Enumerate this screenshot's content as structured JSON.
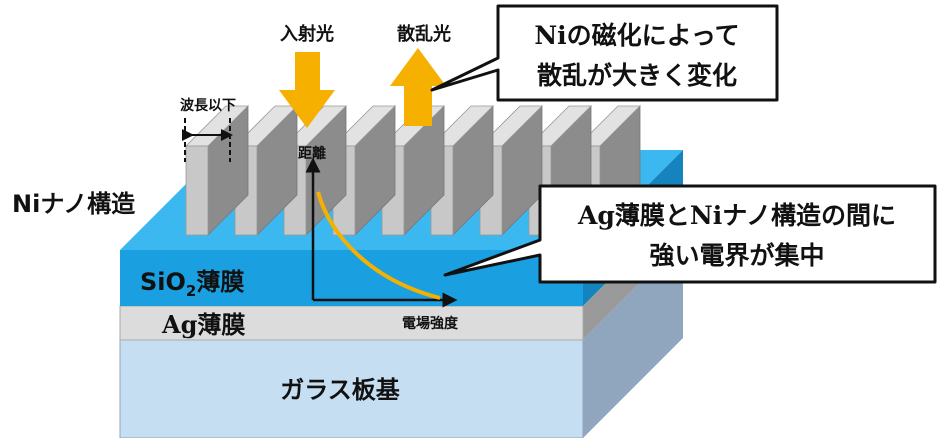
{
  "labels": {
    "incident_light": "入射光",
    "scattered_light": "散乱光",
    "subwavelength": "波長以下",
    "distance": "距離",
    "ni_nanostructure": "Niナノ構造",
    "sio2_film_main": "SiO",
    "sio2_sub": "2",
    "sio2_film_suffix": "薄膜",
    "ag_film": "Ag薄膜",
    "field_strength": "電場強度",
    "glass_substrate": "ガラス板基"
  },
  "callouts": {
    "top_line1": "Niの磁化によって",
    "top_line2": "散乱が大きく変化",
    "mid_line1": "Ag薄膜とNiナノ構造の間に",
    "mid_line2": "強い電界が集中"
  },
  "colors": {
    "glass_front": "#c6def2",
    "glass_side": "#8fa6be",
    "ag_front": "#dcdcdc",
    "sio2_front": "#1a9fe0",
    "sio2_top": "#3cb8f0",
    "fin_front": "#c8c8c8",
    "arrow": "#f5b000",
    "field_curve": "#f5b000"
  }
}
